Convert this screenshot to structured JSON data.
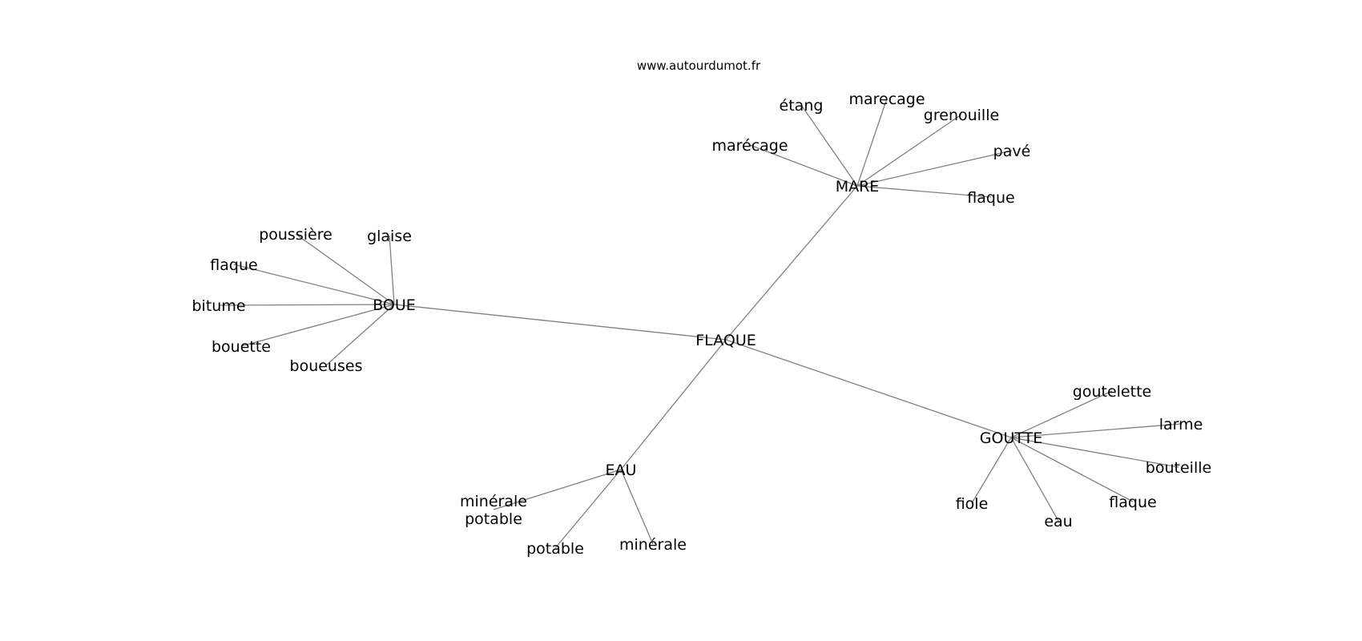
{
  "site_url": "www.autourdumot.fr",
  "colors": {
    "edge": "#808080",
    "text": "#000000",
    "background": "#ffffff"
  },
  "nodes": [
    {
      "id": "flaque_center",
      "label": "FLAQUE",
      "role": "center"
    },
    {
      "id": "mare",
      "label": "MARE",
      "role": "hub"
    },
    {
      "id": "boue",
      "label": "BOUE",
      "role": "hub"
    },
    {
      "id": "eau_hub",
      "label": "EAU",
      "role": "hub"
    },
    {
      "id": "goutte",
      "label": "GOUTTE",
      "role": "hub"
    },
    {
      "id": "etang",
      "label": "étang",
      "role": "leaf"
    },
    {
      "id": "marecage_plain",
      "label": "marecage",
      "role": "leaf"
    },
    {
      "id": "grenouille",
      "label": "grenouille",
      "role": "leaf"
    },
    {
      "id": "marecage_accent",
      "label": "marécage",
      "role": "leaf"
    },
    {
      "id": "pave",
      "label": "pavé",
      "role": "leaf"
    },
    {
      "id": "flaque_mare",
      "label": "flaque",
      "role": "leaf"
    },
    {
      "id": "poussiere",
      "label": "poussière",
      "role": "leaf"
    },
    {
      "id": "glaise",
      "label": "glaise",
      "role": "leaf"
    },
    {
      "id": "flaque_boue",
      "label": "flaque",
      "role": "leaf"
    },
    {
      "id": "bitume",
      "label": "bitume",
      "role": "leaf"
    },
    {
      "id": "bouette",
      "label": "bouette",
      "role": "leaf"
    },
    {
      "id": "boueuses",
      "label": "boueuses",
      "role": "leaf"
    },
    {
      "id": "minerale_potable",
      "label": "minérale\npotable",
      "role": "leaf"
    },
    {
      "id": "potable",
      "label": "potable",
      "role": "leaf"
    },
    {
      "id": "minerale",
      "label": "minérale",
      "role": "leaf"
    },
    {
      "id": "goutelette",
      "label": "goutelette",
      "role": "leaf"
    },
    {
      "id": "larme",
      "label": "larme",
      "role": "leaf"
    },
    {
      "id": "bouteille",
      "label": "bouteille",
      "role": "leaf"
    },
    {
      "id": "flaque_goutte",
      "label": "flaque",
      "role": "leaf"
    },
    {
      "id": "fiole",
      "label": "fiole",
      "role": "leaf"
    },
    {
      "id": "eau_leaf",
      "label": "eau",
      "role": "leaf"
    }
  ],
  "edges": [
    [
      "flaque_center",
      "mare"
    ],
    [
      "flaque_center",
      "boue"
    ],
    [
      "flaque_center",
      "eau_hub"
    ],
    [
      "flaque_center",
      "goutte"
    ],
    [
      "mare",
      "etang"
    ],
    [
      "mare",
      "marecage_plain"
    ],
    [
      "mare",
      "grenouille"
    ],
    [
      "mare",
      "marecage_accent"
    ],
    [
      "mare",
      "pave"
    ],
    [
      "mare",
      "flaque_mare"
    ],
    [
      "boue",
      "poussiere"
    ],
    [
      "boue",
      "glaise"
    ],
    [
      "boue",
      "flaque_boue"
    ],
    [
      "boue",
      "bitume"
    ],
    [
      "boue",
      "bouette"
    ],
    [
      "boue",
      "boueuses"
    ],
    [
      "eau_hub",
      "minerale_potable"
    ],
    [
      "eau_hub",
      "potable"
    ],
    [
      "eau_hub",
      "minerale"
    ],
    [
      "goutte",
      "goutelette"
    ],
    [
      "goutte",
      "larme"
    ],
    [
      "goutte",
      "bouteille"
    ],
    [
      "goutte",
      "flaque_goutte"
    ],
    [
      "goutte",
      "fiole"
    ],
    [
      "goutte",
      "eau_leaf"
    ]
  ]
}
